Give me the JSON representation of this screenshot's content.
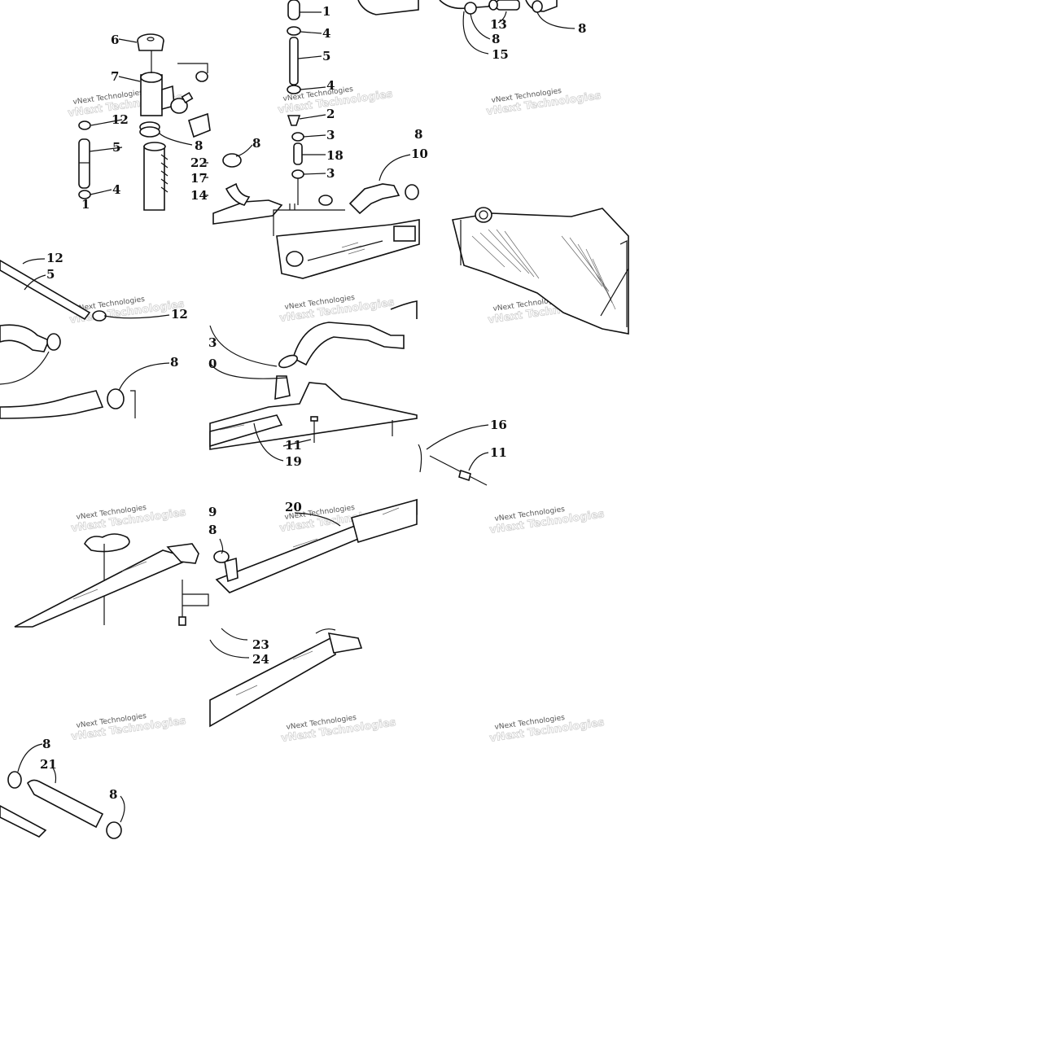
{
  "watermark": "vNext Technologies",
  "callouts": {
    "c1": "1",
    "c2": "2",
    "c3": "3",
    "c4": "4",
    "c5": "5",
    "c6": "6",
    "c7": "7",
    "c8": "8",
    "c9": "9",
    "c10": "10",
    "c11": "11",
    "c12": "12",
    "c13": "13",
    "c14": "14",
    "c15": "15",
    "c16": "16",
    "c17": "17",
    "c18": "18",
    "c19": "19",
    "c20": "20",
    "c21": "21",
    "c22": "22",
    "c23": "23",
    "c24": "24",
    "c1_partial": "1",
    "c8_partial": "8",
    "c10_partial": "10",
    "c3_partial": "3",
    "c0_partial": "0"
  }
}
